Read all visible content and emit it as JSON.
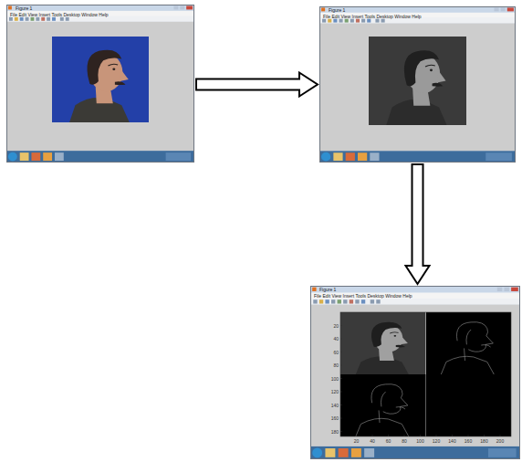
{
  "diagram": {
    "nodes": [
      {
        "text": [
          "Figure 1",
          "File Edit View Insert Tools Desktop Window Help"
        ]
      },
      {
        "text": [
          "Figure 1",
          "File Edit View Insert Tools Desktop Window Help"
        ]
      },
      {
        "text": [
          "Figure 1",
          "File Edit View Insert Tools Desktop Window Help"
        ]
      }
    ],
    "edges": [
      {
        "from": 0,
        "to": 1,
        "arrow": "to"
      },
      {
        "from": 1,
        "to": 2,
        "arrow": "to"
      }
    ],
    "labels": [
      "20",
      "40",
      "60",
      "80",
      "100",
      "120",
      "140",
      "160",
      "180",
      "200",
      "20",
      "40",
      "60",
      "80",
      "100",
      "120",
      "140",
      "160",
      "180"
    ]
  }
}
